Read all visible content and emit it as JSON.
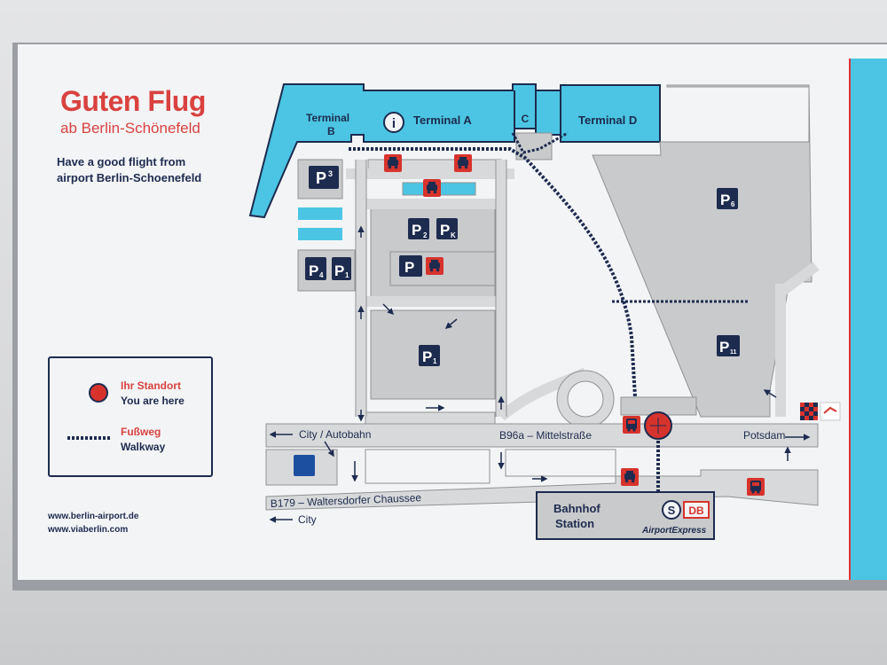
{
  "header": {
    "title": "Guten Flug",
    "subtitle": "ab Berlin-Schönefeld",
    "greeting_line1": "Have a good flight from",
    "greeting_line2": "airport Berlin-Schoenefeld"
  },
  "legend": {
    "here_de": "Ihr Standort",
    "here_en": "You are here",
    "walk_de": "Fußweg",
    "walk_en": "Walkway"
  },
  "websites": [
    "www.berlin-airport.de",
    "www.viaberlin.com"
  ],
  "terminals": {
    "a": "Terminal A",
    "b_line1": "Terminal",
    "b_line2": "B",
    "c": "C",
    "d": "Terminal D"
  },
  "parking": {
    "p_letter": "P",
    "p1_sub": "1",
    "p2_sub": "2",
    "p3_sub": "3",
    "p4_sub": "4",
    "p6_sub": "6",
    "pk_sub": "K",
    "p11_sub": "11"
  },
  "roads": {
    "city_autobahn": "City / Autobahn",
    "b96a": "B96a – Mittelstraße",
    "potsdam": "Potsdam",
    "b179": "B179 – Waltersdorfer Chaussee",
    "city": "City"
  },
  "station": {
    "line1": "Bahnhof",
    "line2": "Station",
    "s_bahn": "S",
    "db": "DB",
    "airport_express": "AirportExpress"
  },
  "info_symbol": "i",
  "colors": {
    "title_red": "#d9423f",
    "navy": "#1d2b4f",
    "terminal_blue": "#4bc5e3",
    "area_gray": "#c9cacb",
    "road_gray": "#d8d9da",
    "taxi_red": "#d7332d"
  },
  "icons": [
    "info-icon",
    "taxi-icon",
    "bus-icon",
    "car-rental-icon",
    "s-bahn-icon",
    "db-logo-icon",
    "location-marker-icon"
  ]
}
